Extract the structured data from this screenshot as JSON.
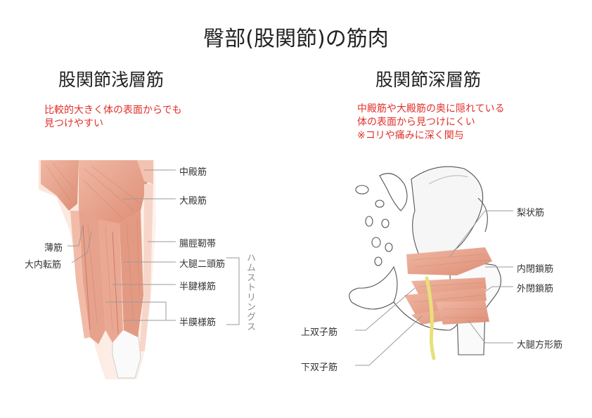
{
  "title": "臀部(股関節)の筋肉",
  "superficial": {
    "heading": "股関節浅層筋",
    "note": "比較的大きく体の表面からでも\n見つけやすい",
    "labels": {
      "gluteus_medius": "中殿筋",
      "gluteus_maximus": "大殿筋",
      "gracilis": "薄筋",
      "adductor_magnus": "大内転筋",
      "iliotibial_band": "腸脛靭帯",
      "biceps_femoris": "大腿二頭筋",
      "semitendinosus": "半腱様筋",
      "semimembranosus": "半膜様筋",
      "hamstrings": "ハムストリングス"
    }
  },
  "deep": {
    "heading": "股関節深層筋",
    "note": "中殿筋や大殿筋の奥に隠れている\n体の表面から見つけにくい\n※コリや痛みに深く関与",
    "labels": {
      "piriformis": "梨状筋",
      "obturator_internus": "内閉鎖筋",
      "obturator_externus": "外閉鎖筋",
      "gemellus_superior": "上双子筋",
      "gemellus_inferior": "下双子筋",
      "quadratus_femoris": "大腿方形筋"
    }
  },
  "colors": {
    "note_red": "#e0302a",
    "muscle": "#e8a48f",
    "muscle_dark": "#c97c66",
    "leader": "#9a9a9a",
    "bone_line": "#555555",
    "nerve": "#e8e07a"
  }
}
